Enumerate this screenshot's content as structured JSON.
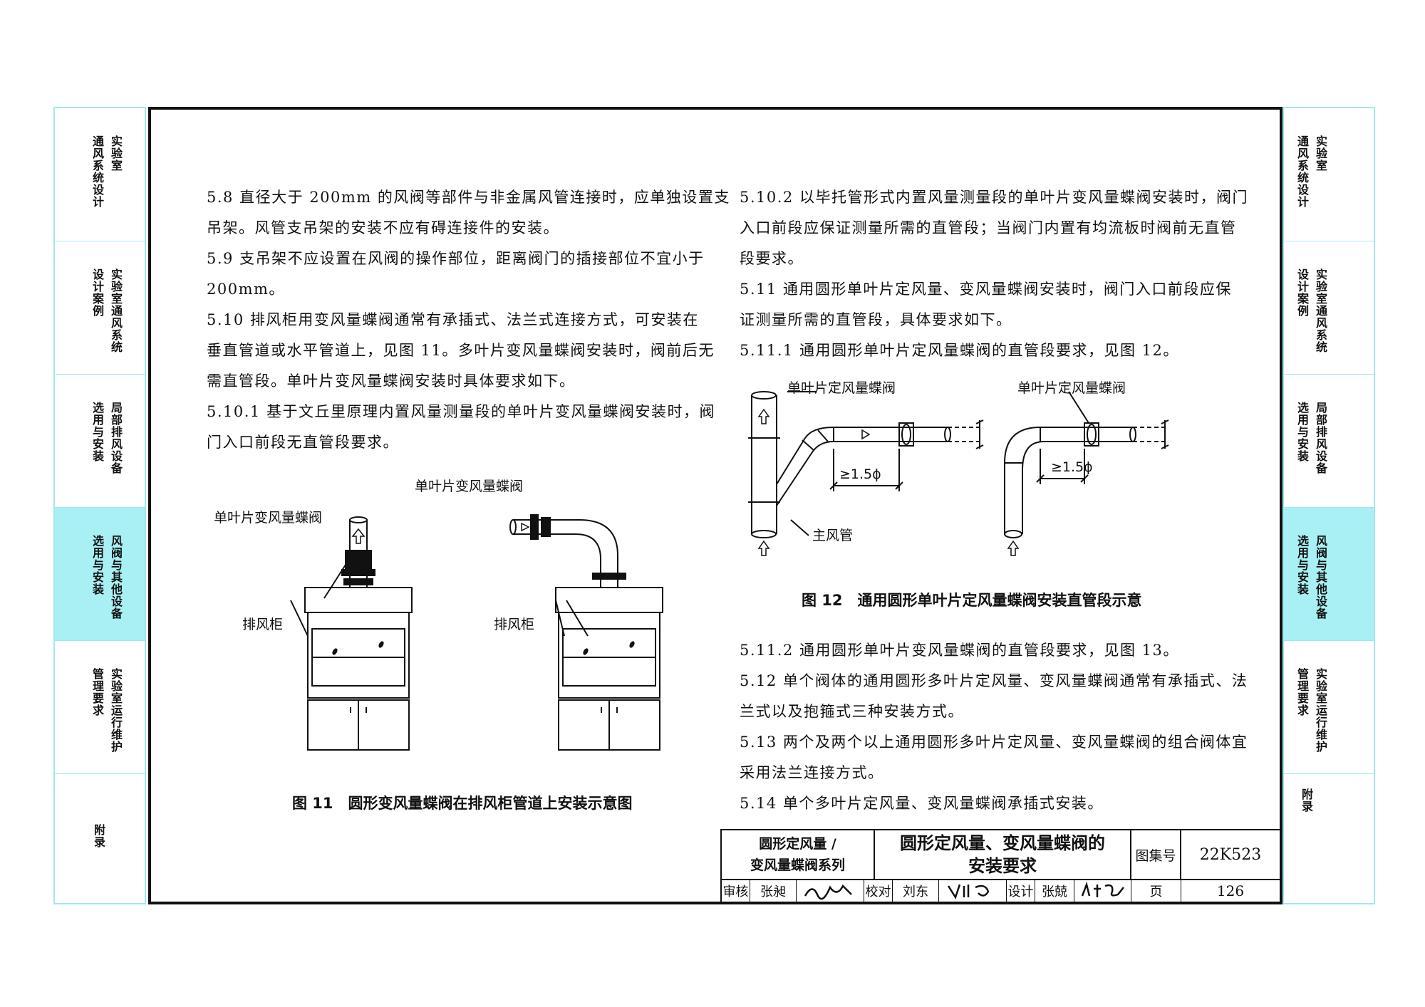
{
  "sidebar_tabs": [
    {
      "label": "实验室通风系统设计",
      "lines": [
        "实验室",
        "通风系统设计"
      ]
    },
    {
      "label": "实验室通风系统设计案例",
      "lines": [
        "实验室通风系统",
        "设计案例"
      ]
    },
    {
      "label": "局部排风设备选用与安装",
      "lines": [
        "局部排风设备",
        "选用与安装"
      ]
    },
    {
      "label": "风阀与其他设备选用与安装",
      "lines": [
        "风阀与其他设备",
        "选用与安装"
      ],
      "active": true
    },
    {
      "label": "实验室运行维护管理要求",
      "lines": [
        "实验室运行维护",
        "管理要求"
      ]
    },
    {
      "label": "附录",
      "lines": [
        "附录"
      ]
    }
  ],
  "left_paragraphs": [
    [
      "5.8 直径大于 200mm 的风阀等部件与非金属风管连接时，应单独设置支",
      "吊架。风管支吊架的安装不应有碍连接件的安装。"
    ],
    [
      "5.9 支吊架不应设置在风阀的操作部位，距离阀门的插接部位不宜小于",
      "200mm。"
    ],
    [
      "5.10 排风柜用变风量蝶阀通常有承插式、法兰式连接方式，可安装在",
      "垂直管道或水平管道上，见图 11。多叶片变风量蝶阀安装时，阀前后无",
      "需直管段。单叶片变风量蝶阀安装时具体要求如下。"
    ],
    [
      "5.10.1 基于文丘里原理内置风量测量段的单叶片变风量蝶阀安装时，阀",
      "门入口前段无直管段要求。"
    ]
  ],
  "right_paragraphs_top": [
    [
      "5.10.2 以毕托管形式内置风量测量段的单叶片变风量蝶阀安装时，阀门",
      "入口前段应保证测量所需的直管段；当阀门内置有均流板时阀前无直管",
      "段要求。"
    ],
    [
      "5.11 通用圆形单叶片定风量、变风量蝶阀安装时，阀门入口前段应保",
      "证测量所需的直管段，具体要求如下。"
    ],
    [
      "5.11.1 通用圆形单叶片定风量蝶阀的直管段要求，见图 12。"
    ]
  ],
  "right_paragraphs_bottom": [
    [
      "5.11.2 通用圆形单叶片变风量蝶阀的直管段要求，见图 13。"
    ],
    [
      "5.12 单个阀体的通用圆形多叶片定风量、变风量蝶阀通常有承插式、法",
      "兰式以及抱箍式三种安装方式。"
    ],
    [
      "5.13 两个及两个以上通用圆形多叶片定风量、变风量蝶阀的组合阀体宜",
      "采用法兰连接方式。"
    ],
    [
      "5.14 单个多叶片定风量、变风量蝶阀承插式安装。"
    ]
  ],
  "fig11": {
    "label_valve": "单叶片变风量蝶阀",
    "label_cabinet": "排风柜",
    "caption": "图 11　圆形变风量蝶阀在排风柜管道上安装示意图"
  },
  "fig12": {
    "label_valve": "单叶片定风量蝶阀",
    "dim_label": "≥1.5ϕ",
    "label_main_duct": "主风管",
    "caption": "图 12　通用圆形单叶片定风量蝶阀安装直管段示意"
  },
  "title_block": {
    "series_line1": "圆形定风量 /",
    "series_line2": "变风量蝶阀系列",
    "title_line1": "圆形定风量、变风量蝶阀的",
    "title_line2": "安装要求",
    "atlas_label": "图集号",
    "atlas_no": "22K523",
    "review_label": "审核",
    "reviewer": "张昶",
    "check_label": "校对",
    "checker": "刘东",
    "design_label": "设计",
    "designer": "张兢",
    "page_label": "页",
    "page_no": "126"
  }
}
